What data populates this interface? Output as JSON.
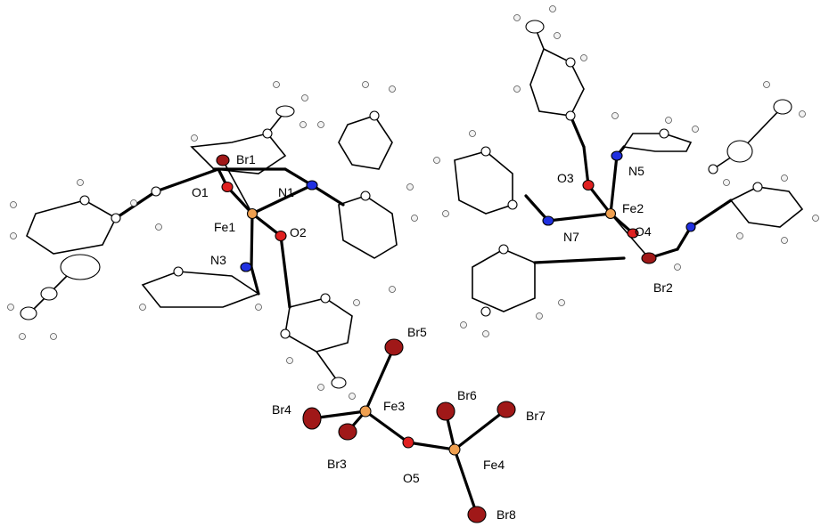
{
  "labels": {
    "Br1": "Br1",
    "O1": "O1",
    "N1": "N1",
    "Fe1": "Fe1",
    "O2": "O2",
    "N3": "N3",
    "O3": "O3",
    "N5": "N5",
    "Fe2": "Fe2",
    "O4": "O4",
    "N7": "N7",
    "Br2": "Br2",
    "Br5": "Br5",
    "Br4": "Br4",
    "Fe3": "Fe3",
    "Br6": "Br6",
    "Br7": "Br7",
    "Br3": "Br3",
    "O5": "O5",
    "Fe4": "Fe4",
    "Br8": "Br8"
  },
  "colors": {
    "iron": "#f0a050",
    "oxygen": "#e02020",
    "nitrogen": "#2030e0",
    "bromine": "#a01818",
    "carbon": "#ffffff",
    "hydrogen": "#f2f2f2",
    "bond": "#000000"
  }
}
